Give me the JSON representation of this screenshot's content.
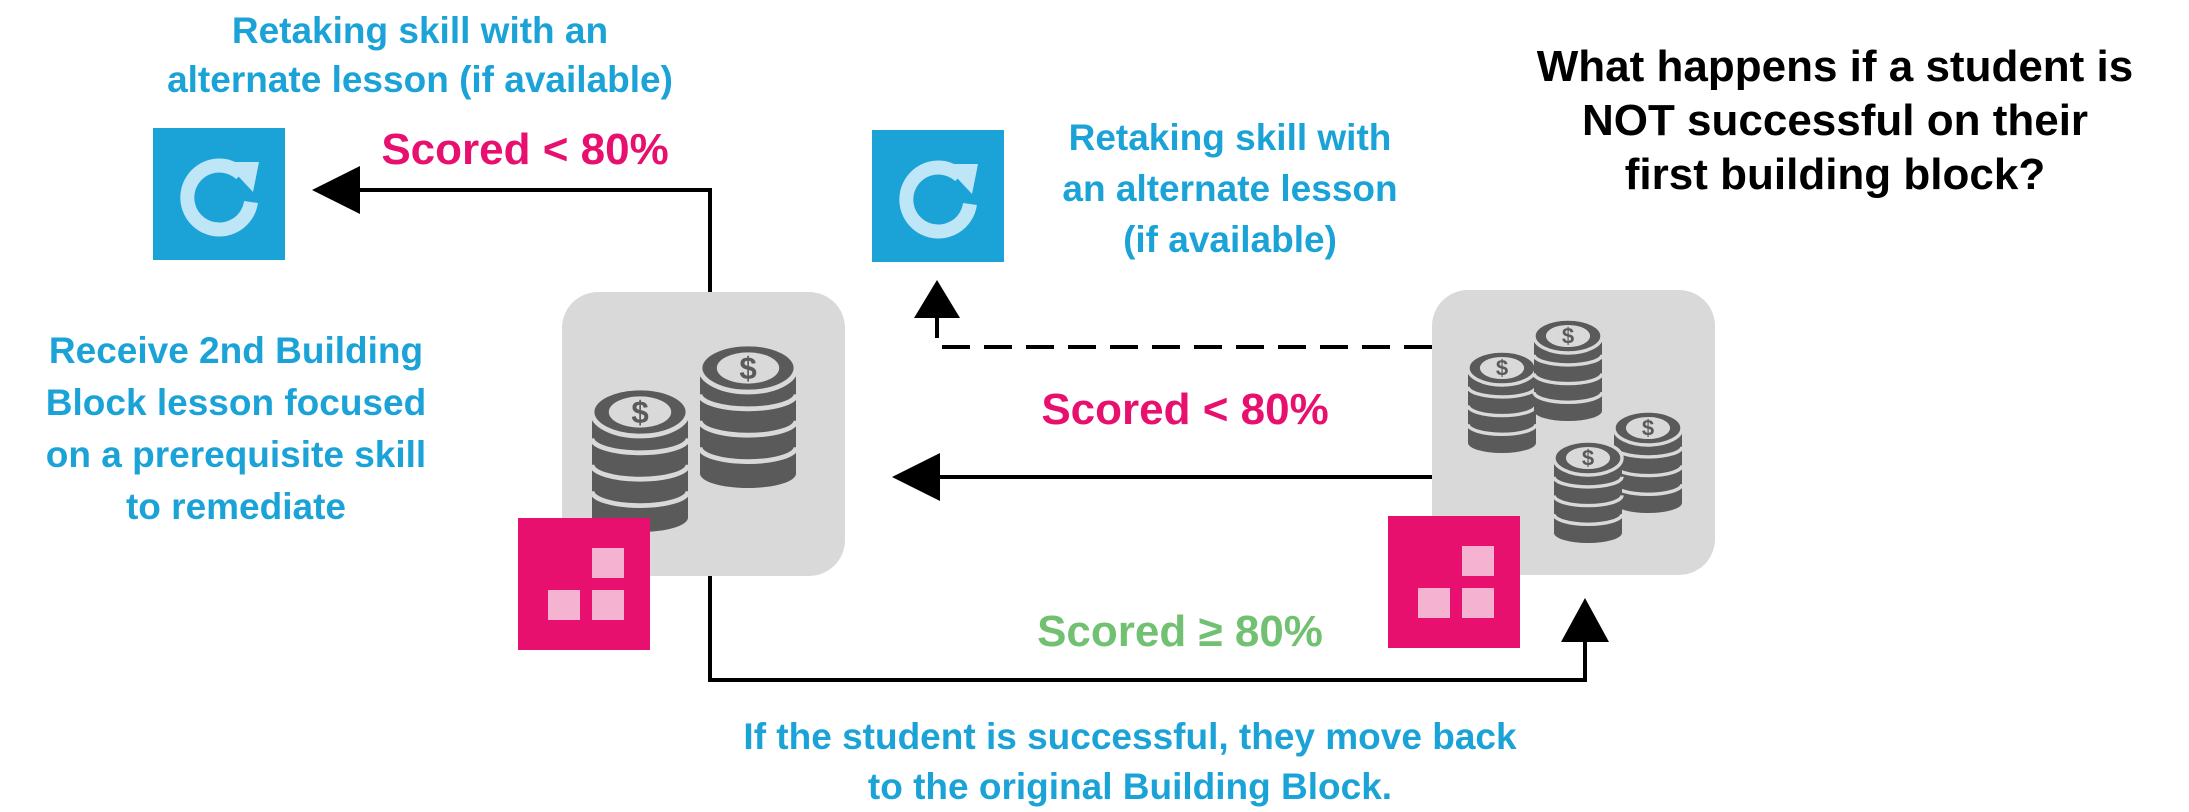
{
  "question": {
    "lines": [
      "What happens if a student is",
      "NOT successful on their",
      "first building block?"
    ]
  },
  "left_retake": {
    "lines": [
      "Retaking skill with an",
      "alternate lesson (if available)"
    ]
  },
  "right_retake": {
    "lines": [
      "Retaking skill with",
      "an alternate lesson",
      "(if available)"
    ]
  },
  "remediate": {
    "lines": [
      "Receive 2nd Building",
      "Block lesson focused",
      "on a prerequisite skill",
      "to remediate"
    ]
  },
  "scores": {
    "top_left": "Scored < 80%",
    "middle": "Scored < 80%",
    "success": "Scored ≥ 80%"
  },
  "footer": {
    "lines": [
      "If the student is successful, they move back",
      "to the original Building Block."
    ]
  },
  "icons": {
    "retake": "refresh-icon",
    "coins": "coin-stack-icon",
    "building_block": "building-block-icon"
  },
  "colors": {
    "blue": "#1ba3d8",
    "pink": "#e8106e",
    "green": "#72c072",
    "tile_gray": "#d9d9d9",
    "coin_gray": "#5a5a5a"
  }
}
